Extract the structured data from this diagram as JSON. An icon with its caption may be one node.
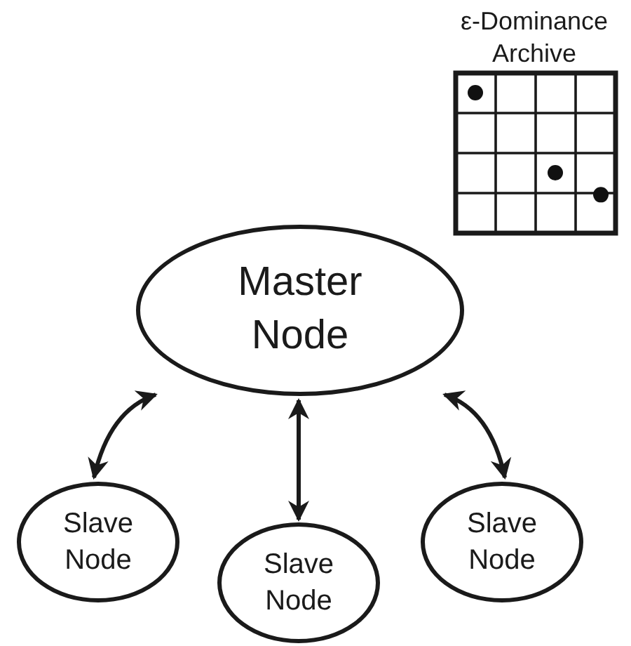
{
  "diagram": {
    "nodes": [
      {
        "text": [
          "ε-Dominance Archive"
        ]
      },
      {
        "text": [
          "Master Node"
        ]
      },
      {
        "text": [
          "Slave Node"
        ]
      },
      {
        "text": [
          "Slave Node"
        ]
      },
      {
        "text": [
          "Slave Node"
        ]
      }
    ],
    "edges": [
      {
        "from": 1,
        "to": 2,
        "arrow": "both"
      },
      {
        "from": 1,
        "to": 3,
        "arrow": "both"
      },
      {
        "from": 1,
        "to": 4,
        "arrow": "both"
      }
    ]
  }
}
